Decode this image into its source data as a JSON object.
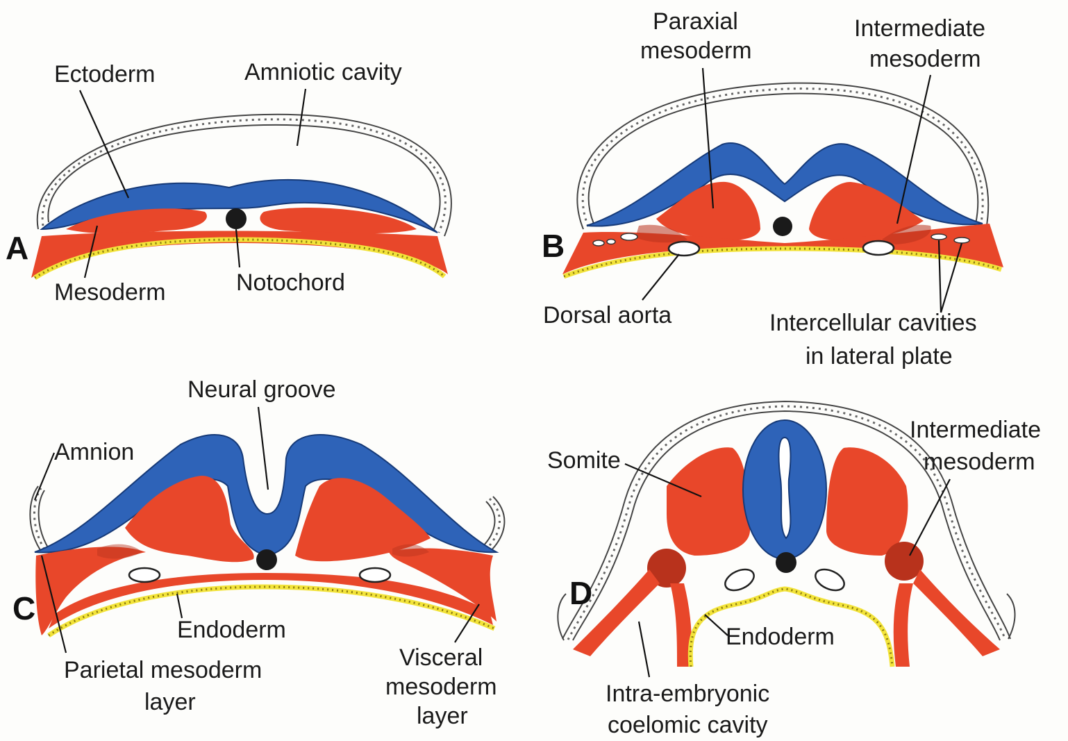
{
  "colors": {
    "ectoderm": "#2e63b8",
    "mesoderm": "#e8472a",
    "endoderm": "#f2e33a",
    "notochord": "#1a1a1a"
  },
  "panels": {
    "A": {
      "letter": "A",
      "labels": {
        "ectoderm": "Ectoderm",
        "amniotic_cavity": "Amniotic cavity",
        "mesoderm": "Mesoderm",
        "notochord": "Notochord"
      }
    },
    "B": {
      "letter": "B",
      "labels": {
        "paraxial_1": "Paraxial",
        "paraxial_2": "mesoderm",
        "intermediate_1": "Intermediate",
        "intermediate_2": "mesoderm",
        "dorsal_aorta": "Dorsal aorta",
        "intercellular_1": "Intercellular cavities",
        "intercellular_2": "in lateral plate"
      }
    },
    "C": {
      "letter": "C",
      "labels": {
        "neural_groove": "Neural groove",
        "amnion": "Amnion",
        "endoderm": "Endoderm",
        "parietal_1": "Parietal mesoderm",
        "parietal_2": "layer",
        "visceral_1": "Visceral",
        "visceral_2": "mesoderm",
        "visceral_3": "layer"
      }
    },
    "D": {
      "letter": "D",
      "labels": {
        "somite": "Somite",
        "intermediate_1": "Intermediate",
        "intermediate_2": "mesoderm",
        "endoderm": "Endoderm",
        "coelom_1": "Intra-embryonic",
        "coelom_2": "coelomic cavity"
      }
    }
  }
}
